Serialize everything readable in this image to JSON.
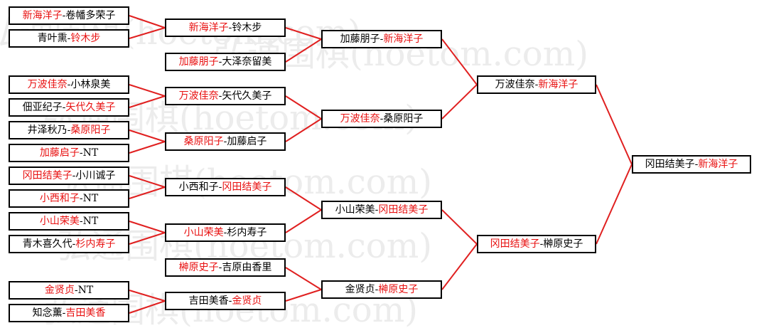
{
  "watermark": "弘通围棋(hoetom.com)",
  "line_color": "#e02020",
  "win_color": "#e81010",
  "rounds": [
    {
      "name": "round-1",
      "matches": [
        {
          "p1": "新海洋子",
          "p2": "卷幡多荣子",
          "winner": 1
        },
        {
          "p1": "青叶熏",
          "p2": "铃木步",
          "winner": 2
        },
        {
          "p1": "加藤朋子",
          "p2": "大泽奈留美",
          "winner": 1
        },
        {
          "p1": "万波佳奈",
          "p2": "小林泉美",
          "winner": 1
        },
        {
          "p1": "佃亚纪子",
          "p2": "矢代久美子",
          "winner": 2
        },
        {
          "p1": "井泽秋乃",
          "p2": "桑原阳子",
          "winner": 2
        },
        {
          "p1": "加藤启子",
          "p2": "NT",
          "winner": 1
        },
        {
          "p1": "冈田结美子",
          "p2": "小川诚子",
          "winner": 1
        },
        {
          "p1": "小西和子",
          "p2": "NT",
          "winner": 1
        },
        {
          "p1": "小山荣美",
          "p2": "NT",
          "winner": 1
        },
        {
          "p1": "青木喜久代",
          "p2": "杉内寿子",
          "winner": 2
        },
        {
          "p1": "榊原史子",
          "p2": "吉原由香里",
          "winner": 1
        },
        {
          "p1": "金贤贞",
          "p2": "NT",
          "winner": 1
        },
        {
          "p1": "知念薰",
          "p2": "吉田美香",
          "winner": 2
        }
      ]
    },
    {
      "name": "round-2",
      "matches": [
        {
          "p1": "新海洋子",
          "p2": "铃木步",
          "winner": 1
        },
        {
          "p1": "万波佳奈",
          "p2": "矢代久美子",
          "winner": 1
        },
        {
          "p1": "桑原阳子",
          "p2": "加藤启子",
          "winner": 1
        },
        {
          "p1": "小西和子",
          "p2": "冈田结美子",
          "winner": 2
        },
        {
          "p1": "小山荣美",
          "p2": "杉内寿子",
          "winner": 1
        },
        {
          "p1": "吉田美香",
          "p2": "金贤贞",
          "winner": 2
        }
      ]
    },
    {
      "name": "round-3",
      "matches": [
        {
          "p1": "加藤朋子",
          "p2": "新海洋子",
          "winner": 2
        },
        {
          "p1": "万波佳奈",
          "p2": "桑原阳子",
          "winner": 1
        },
        {
          "p1": "小山荣美",
          "p2": "冈田结美子",
          "winner": 2
        },
        {
          "p1": "金贤贞",
          "p2": "榊原史子",
          "winner": 2
        }
      ]
    },
    {
      "name": "round-4",
      "matches": [
        {
          "p1": "万波佳奈",
          "p2": "新海洋子",
          "winner": 2
        },
        {
          "p1": "冈田结美子",
          "p2": "榊原史子",
          "winner": 1
        }
      ]
    },
    {
      "name": "final",
      "matches": [
        {
          "p1": "冈田结美子",
          "p2": "新海洋子",
          "winner": 2
        }
      ]
    }
  ]
}
